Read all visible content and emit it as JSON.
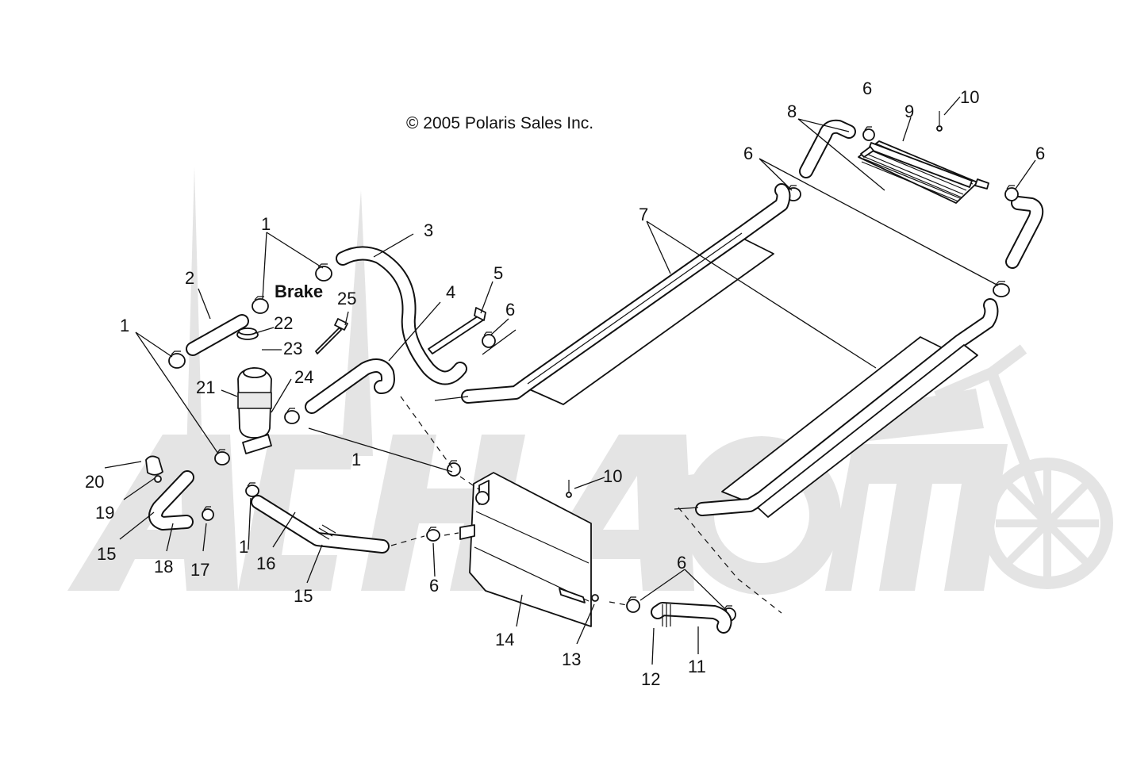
{
  "copyright": "© 2005 Polaris Sales Inc.",
  "brake_label": "Brake",
  "watermark_text": "ACHAGMO",
  "callouts": [
    "1",
    "1",
    "1",
    "1",
    "2",
    "3",
    "4",
    "5",
    "6",
    "6",
    "6",
    "6",
    "6",
    "6",
    "7",
    "8",
    "9",
    "10",
    "10",
    "11",
    "12",
    "13",
    "14",
    "15",
    "15",
    "16",
    "17",
    "18",
    "19",
    "20",
    "21",
    "22",
    "23",
    "24",
    "25"
  ],
  "colors": {
    "line": "#111111",
    "watermark": "#e4e4e4",
    "background": "#ffffff"
  }
}
